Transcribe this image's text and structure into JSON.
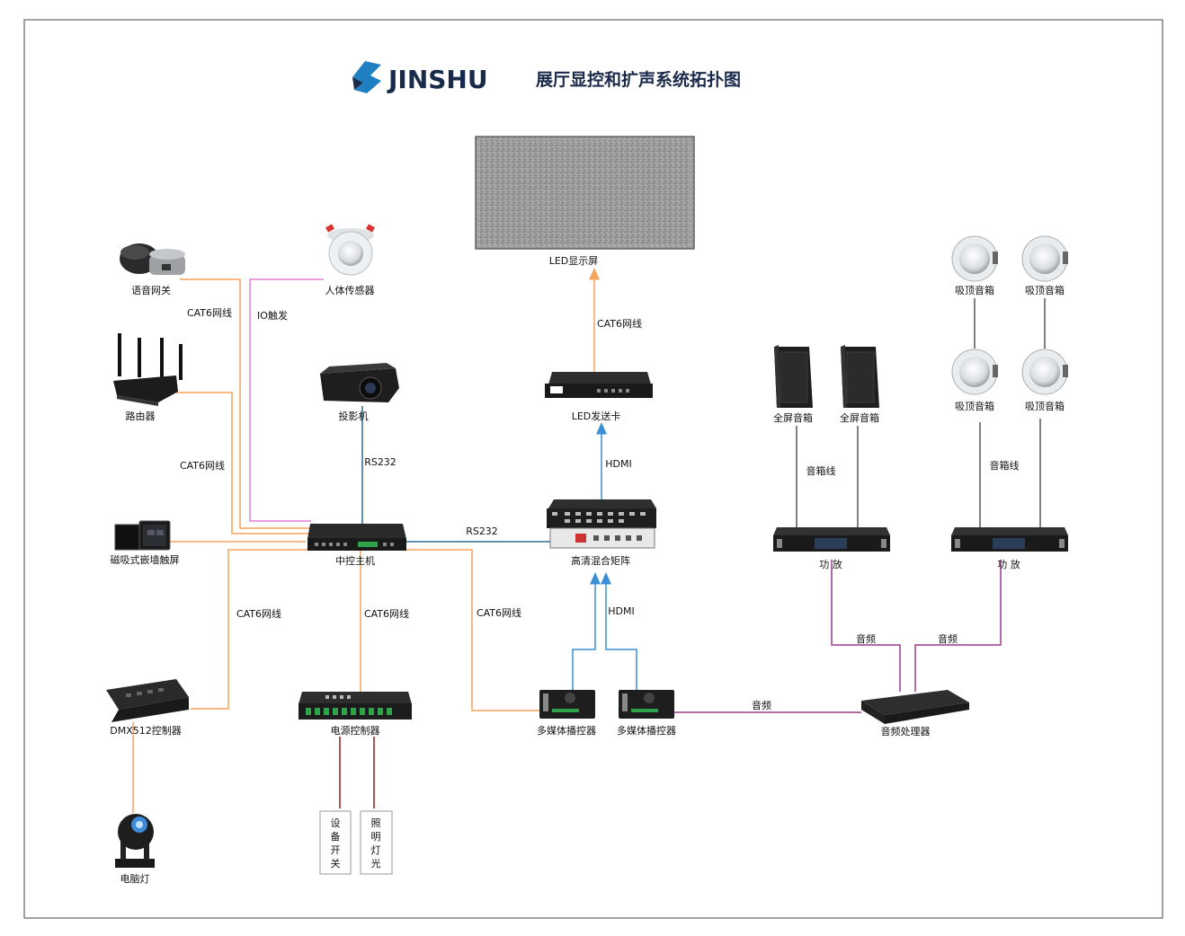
{
  "header": {
    "brand": "JINSHU",
    "title": "展厅显控和扩声系统拓扑图"
  },
  "colors": {
    "cat6": "#f5a25a",
    "io": "#e07fd6",
    "rs232": "#2f6f8a",
    "hdmi": "#3a8fd6",
    "audio": "#9b3a8e",
    "power": "#9b1c1c",
    "speaker": "#555555",
    "brand_blue": "#1f7fc1",
    "brand_dark": "#1a2a4a"
  },
  "devices": {
    "voice_gateway": "语音网关",
    "human_sensor": "人体传感器",
    "router": "路由器",
    "projector": "投影机",
    "touch_screen": "磁吸式嵌墙触屏",
    "central_host": "中控主机",
    "dmx_controller": "DMX512控制器",
    "power_controller": "电源控制器",
    "computer_light": "电脑灯",
    "led_screen": "LED显示屏",
    "led_sender": "LED发送卡",
    "hd_matrix": "高清混合矩阵",
    "media_player_1": "多媒体播控器",
    "media_player_2": "多媒体播控器",
    "fullrange_speaker_1": "全屏音箱",
    "fullrange_speaker_2": "全屏音箱",
    "ceiling_speaker_1": "吸顶音箱",
    "ceiling_speaker_2": "吸顶音箱",
    "ceiling_speaker_3": "吸顶音箱",
    "ceiling_speaker_4": "吸顶音箱",
    "amplifier_1": "功 放",
    "amplifier_2": "功 放",
    "audio_processor": "音频处理器"
  },
  "outputs": {
    "device_switch": [
      "设",
      "备",
      "开",
      "关"
    ],
    "lighting": [
      "照",
      "明",
      "灯",
      "光"
    ]
  },
  "links": {
    "cat6_voice": "CAT6网线",
    "io_trigger": "IO触发",
    "cat6_router": "CAT6网线",
    "rs232_projector": "RS232",
    "rs232_matrix": "RS232",
    "cat6_dmx": "CAT6网线",
    "cat6_power": "CAT6网线",
    "cat6_media": "CAT6网线",
    "cat6_led": "CAT6网线",
    "hdmi_sender": "HDMI",
    "hdmi_media": "HDMI",
    "speaker_cable_1": "音箱线",
    "speaker_cable_2": "音箱线",
    "audio_amp1": "音频",
    "audio_amp2": "音频",
    "audio_media": "音频"
  }
}
